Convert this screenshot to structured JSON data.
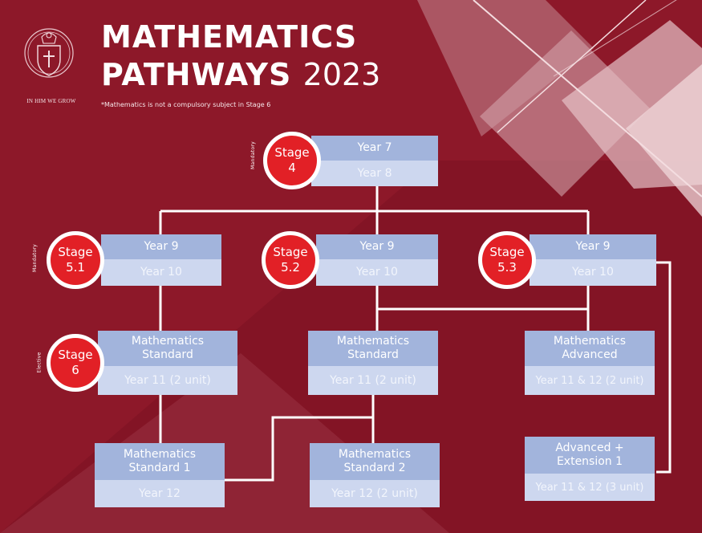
{
  "header": {
    "title_line1": "MATHEMATICS",
    "title_line2": "PATHWAYS",
    "title_year": "2023",
    "note": "*Mathematics is not a compulsory subject in Stage 6",
    "motto": "IN HIM WE GROW",
    "crest_icon": "school-crest-icon"
  },
  "colors": {
    "background": "#8d1829",
    "stage_circle": "#e22026",
    "box_dark": "#a2b4dc",
    "box_light": "#cdd7ef",
    "connector": "#ffffff"
  },
  "side_labels": {
    "stage4": "Mandatory",
    "stage5": "Mandatory",
    "stage6": "Elective"
  },
  "stages": {
    "s4": {
      "line1": "Stage",
      "line2": "4"
    },
    "s51": {
      "line1": "Stage",
      "line2": "5.1"
    },
    "s52": {
      "line1": "Stage",
      "line2": "5.2"
    },
    "s53": {
      "line1": "Stage",
      "line2": "5.3"
    },
    "s6": {
      "line1": "Stage",
      "line2": "6"
    }
  },
  "boxes": {
    "stage4": {
      "top": "Year 7",
      "bottom": "Year 8"
    },
    "stage51": {
      "top": "Year 9",
      "bottom": "Year 10"
    },
    "stage52": {
      "top": "Year 9",
      "bottom": "Year 10"
    },
    "stage53": {
      "top": "Year 9",
      "bottom": "Year 10"
    },
    "math_standard_left": {
      "title_line1": "Mathematics",
      "title_line2": "Standard",
      "bottom": "Year 11 (2 unit)"
    },
    "math_standard_mid": {
      "title_line1": "Mathematics",
      "title_line2": "Standard",
      "bottom": "Year 11 (2 unit)"
    },
    "math_advanced": {
      "title_line1": "Mathematics",
      "title_line2": "Advanced",
      "bottom": "Year 11 & 12 (2 unit)"
    },
    "math_standard1": {
      "title_line1": "Mathematics",
      "title_line2": "Standard 1",
      "bottom": "Year 12"
    },
    "math_standard2": {
      "title_line1": "Mathematics",
      "title_line2": "Standard 2",
      "bottom": "Year 12 (2 unit)"
    },
    "advanced_ext1": {
      "title_line1": "Advanced +",
      "title_line2": "Extension 1",
      "bottom": "Year 11 & 12 (3 unit)"
    }
  }
}
